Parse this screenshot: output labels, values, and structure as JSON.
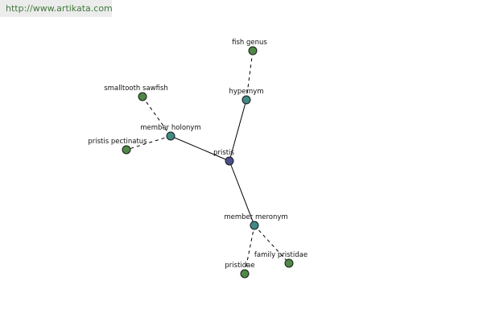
{
  "header": {
    "url": "http://www.artikata.com"
  },
  "colors": {
    "center": "#4a4f8a",
    "relation": "#3f8a86",
    "leaf": "#4e8a45"
  },
  "graph": {
    "center": "pristis",
    "relations": {
      "hypernym": "hypernym",
      "holonym": "member holonym",
      "meronym": "member meronym"
    },
    "leaves": {
      "fish_genus": "fish genus",
      "smalltooth_sawfish": "smalltooth sawfish",
      "pristis_pectinatus": "pristis pectinatus",
      "family_pristidae": "family pristidae",
      "pristidae": "pristidae"
    }
  }
}
